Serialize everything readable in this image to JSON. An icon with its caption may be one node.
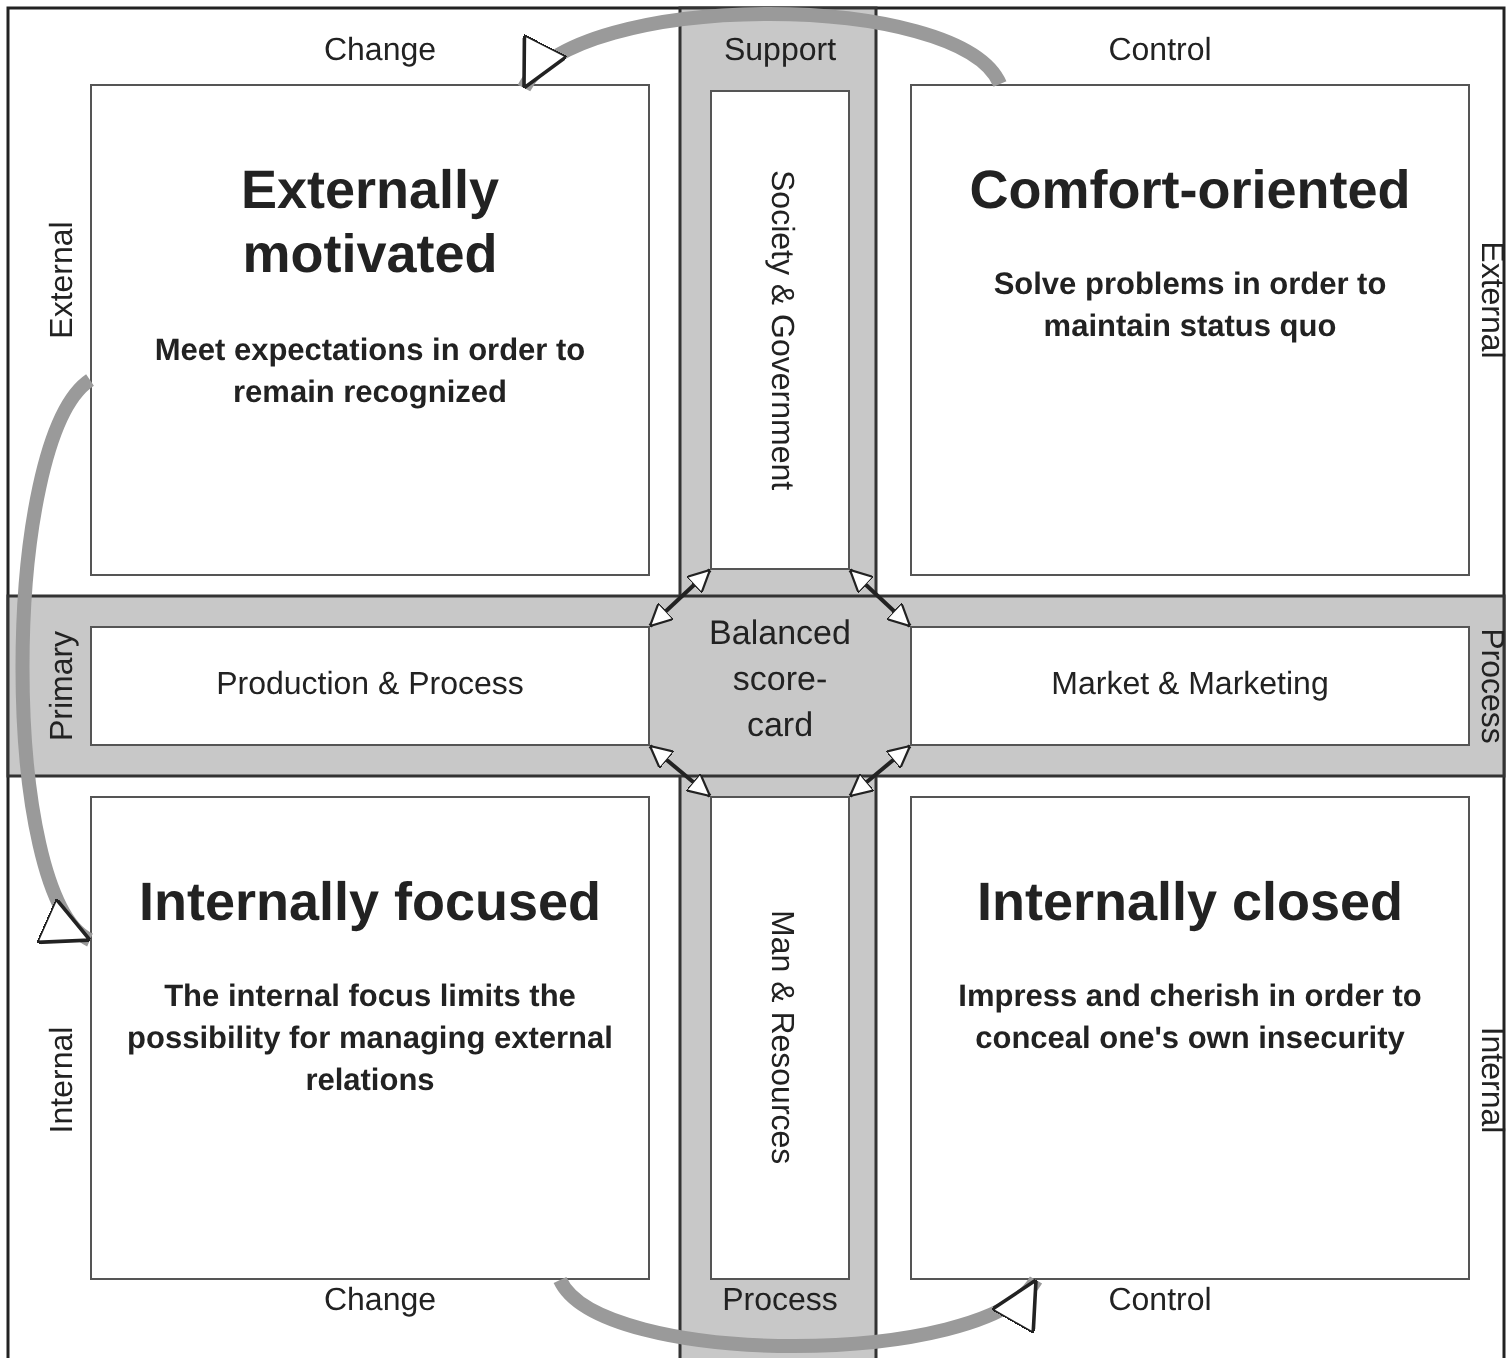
{
  "diagram": {
    "nodes": [
      {
        "text": [
          "Externally motivated",
          "Meet expectations in order to remain recognized"
        ]
      },
      {
        "text": [
          "Society & Government"
        ]
      },
      {
        "text": [
          "Comfort-oriented",
          "Solve problems in order to maintain status quo"
        ]
      },
      {
        "text": [
          "Production & Process"
        ]
      },
      {
        "text": [
          "Balanced score-card"
        ]
      },
      {
        "text": [
          "Market & Marketing"
        ]
      },
      {
        "text": [
          "Internally focused",
          "The internal focus limits the possibility for managing external relations"
        ]
      },
      {
        "text": [
          "Man & Resources"
        ]
      },
      {
        "text": [
          "Internally closed",
          "Impress and cherish in order to conceal one's own insecurity"
        ]
      }
    ],
    "edges": [
      {
        "from": 1,
        "to": 3,
        "arrow": "both"
      },
      {
        "from": 1,
        "to": 5,
        "arrow": "both"
      },
      {
        "from": 3,
        "to": 7,
        "arrow": "both"
      },
      {
        "from": 5,
        "to": 7,
        "arrow": "both"
      },
      {
        "from": 2,
        "to": 0,
        "arrow": "to",
        "style": "thick",
        "color": "#9a9a9a"
      },
      {
        "from": 0,
        "to": 6,
        "arrow": "to",
        "style": "thick",
        "color": "#9a9a9a"
      },
      {
        "from": 6,
        "to": 8,
        "arrow": "to",
        "style": "thick",
        "color": "#9a9a9a"
      }
    ],
    "labels": [
      "Change",
      "Support",
      "Control",
      "External",
      "External",
      "Primary",
      "Process",
      "Internal",
      "Internal",
      "Change",
      "Process",
      "Control"
    ]
  }
}
